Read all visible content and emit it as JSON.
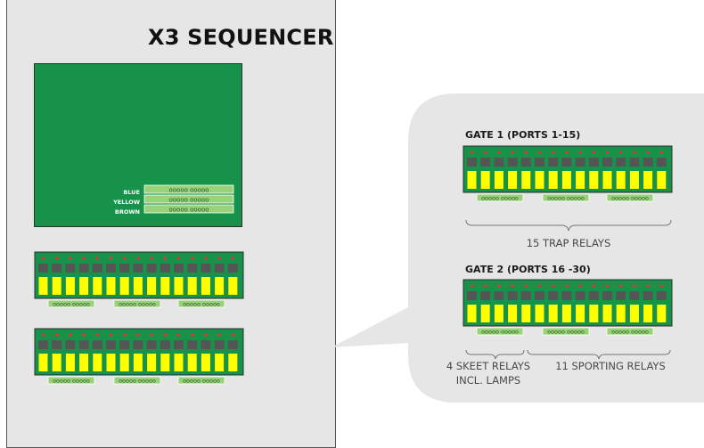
{
  "header": {
    "title": "X3 SEQUENCER"
  },
  "wires": [
    "BLUE",
    "YELLOW",
    "BROWN"
  ],
  "terminal_text": "ooooo ooooo",
  "gates": [
    {
      "title": "GATE 1 (PORTS 1-15)"
    },
    {
      "title": "GATE 2 (PORTS 16 -30)"
    }
  ],
  "groups": {
    "trap": "15 TRAP RELAYS",
    "skeet_line1": "4 SKEET RELAYS",
    "skeet_line2": "INCL. LAMPS",
    "sporting": "11 SPORTING RELAYS"
  },
  "relays_per_board": 15,
  "colors": {
    "board": "#16924a",
    "relay": "#ffff00",
    "led": "#e0353a",
    "switch": "#555555",
    "terminal": "#9ad27a",
    "panel": "#e6e6e6",
    "bubble": "#e6e6e6"
  }
}
